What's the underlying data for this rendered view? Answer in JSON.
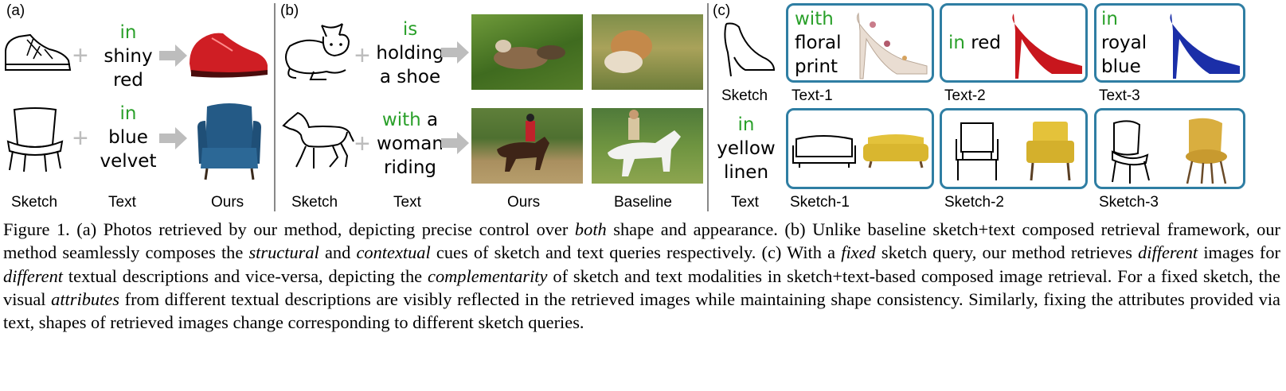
{
  "panels": {
    "a": {
      "tag": "(a)",
      "row1": {
        "kw": "in",
        "words": [
          "shiny",
          "red"
        ]
      },
      "row2": {
        "kw": "in",
        "words": [
          "blue",
          "velvet"
        ]
      },
      "labels": {
        "sketch": "Sketch",
        "text": "Text",
        "ours": "Ours"
      }
    },
    "b": {
      "tag": "(b)",
      "row1": {
        "kw": "is",
        "words": [
          "holding",
          "a shoe"
        ]
      },
      "row2": {
        "kw": "with",
        "kw_after": "a",
        "words": [
          "woman",
          "riding"
        ]
      },
      "labels": {
        "sketch": "Sketch",
        "text": "Text",
        "ours": "Ours",
        "baseline": "Baseline"
      }
    },
    "c": {
      "tag": "(c)",
      "sketch_label": "Sketch",
      "text_label": "Text",
      "fixed_text": {
        "kw": "in",
        "words": [
          "yellow",
          "linen"
        ]
      },
      "texts": [
        {
          "kw": "with",
          "words": [
            "floral",
            "print"
          ],
          "label": "Text-1"
        },
        {
          "kw": "in",
          "after": "red",
          "label": "Text-2"
        },
        {
          "kw": "in",
          "words": [
            "royal",
            "blue"
          ],
          "label": "Text-3"
        }
      ],
      "sketch_labels": [
        "Sketch-1",
        "Sketch-2",
        "Sketch-3"
      ]
    }
  },
  "caption": {
    "p1": "Figure 1. (a) Photos retrieved by our method, depicting precise control over ",
    "i1": "both",
    "p2": " shape and appearance. (b) Unlike baseline sketch+text composed retrieval framework, our method seamlessly composes the ",
    "i2": "structural",
    "p3": " and ",
    "i3": "contextual",
    "p4": " cues of sketch and text queries respectively. (c) With a ",
    "i4": "fixed",
    "p5": " sketch query, our method retrieves ",
    "i5": "different",
    "p6": " images for ",
    "i6": "different",
    "p7": " textual descriptions and vice-versa, depicting the ",
    "i7": "complementarity",
    "p8": " of sketch and text modalities in sketch+text-based composed image retrieval. For a fixed sketch, the visual ",
    "i8": "attributes",
    "p9": " from different textual descriptions are visibly reflected in the retrieved images while maintaining shape consistency. Similarly, fixing the attributes provided via text, shapes of retrieved images change corresponding to different sketch queries."
  },
  "colors": {
    "keyword": "#2aa02a",
    "box": "#2f7ea3",
    "arrow": "#bdbdbd",
    "divider": "#888888"
  }
}
